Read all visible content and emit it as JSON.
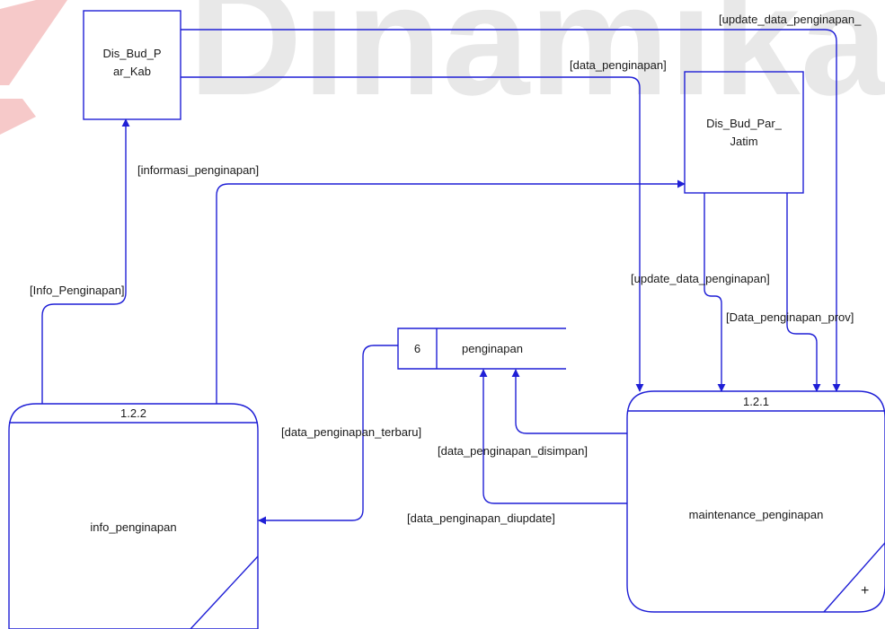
{
  "watermark": {
    "text": "Dinamika",
    "color": "#e6e6e6",
    "logo_color": "#f6c9c9"
  },
  "line_color": "#1f1fd6",
  "entities": {
    "dis_bud_par_kab": {
      "line1": "Dis_Bud_P",
      "line2": "ar_Kab"
    },
    "dis_bud_par_jatim": {
      "line1": "Dis_Bud_Par_",
      "line2": "Jatim"
    }
  },
  "processes": {
    "info": {
      "id": "1.2.2",
      "name": "info_penginapan"
    },
    "maintenance": {
      "id": "1.2.1",
      "name": "maintenance_penginapan",
      "marker": "+"
    }
  },
  "datastore": {
    "number": "6",
    "name": "penginapan"
  },
  "flows": {
    "update_top": "[update_data_penginapan_",
    "data_penginapan": "[data_penginapan]",
    "informasi": "[informasi_penginapan]",
    "info_upper": "[Info_Penginapan]",
    "update_mid": "[update_data_penginapan]",
    "prov": "[Data_penginapan_prov]",
    "terbaru": "[data_penginapan_terbaru]",
    "disimpan": "[data_penginapan_disimpan]",
    "diupdate": "[data_penginapan_diupdate]"
  }
}
